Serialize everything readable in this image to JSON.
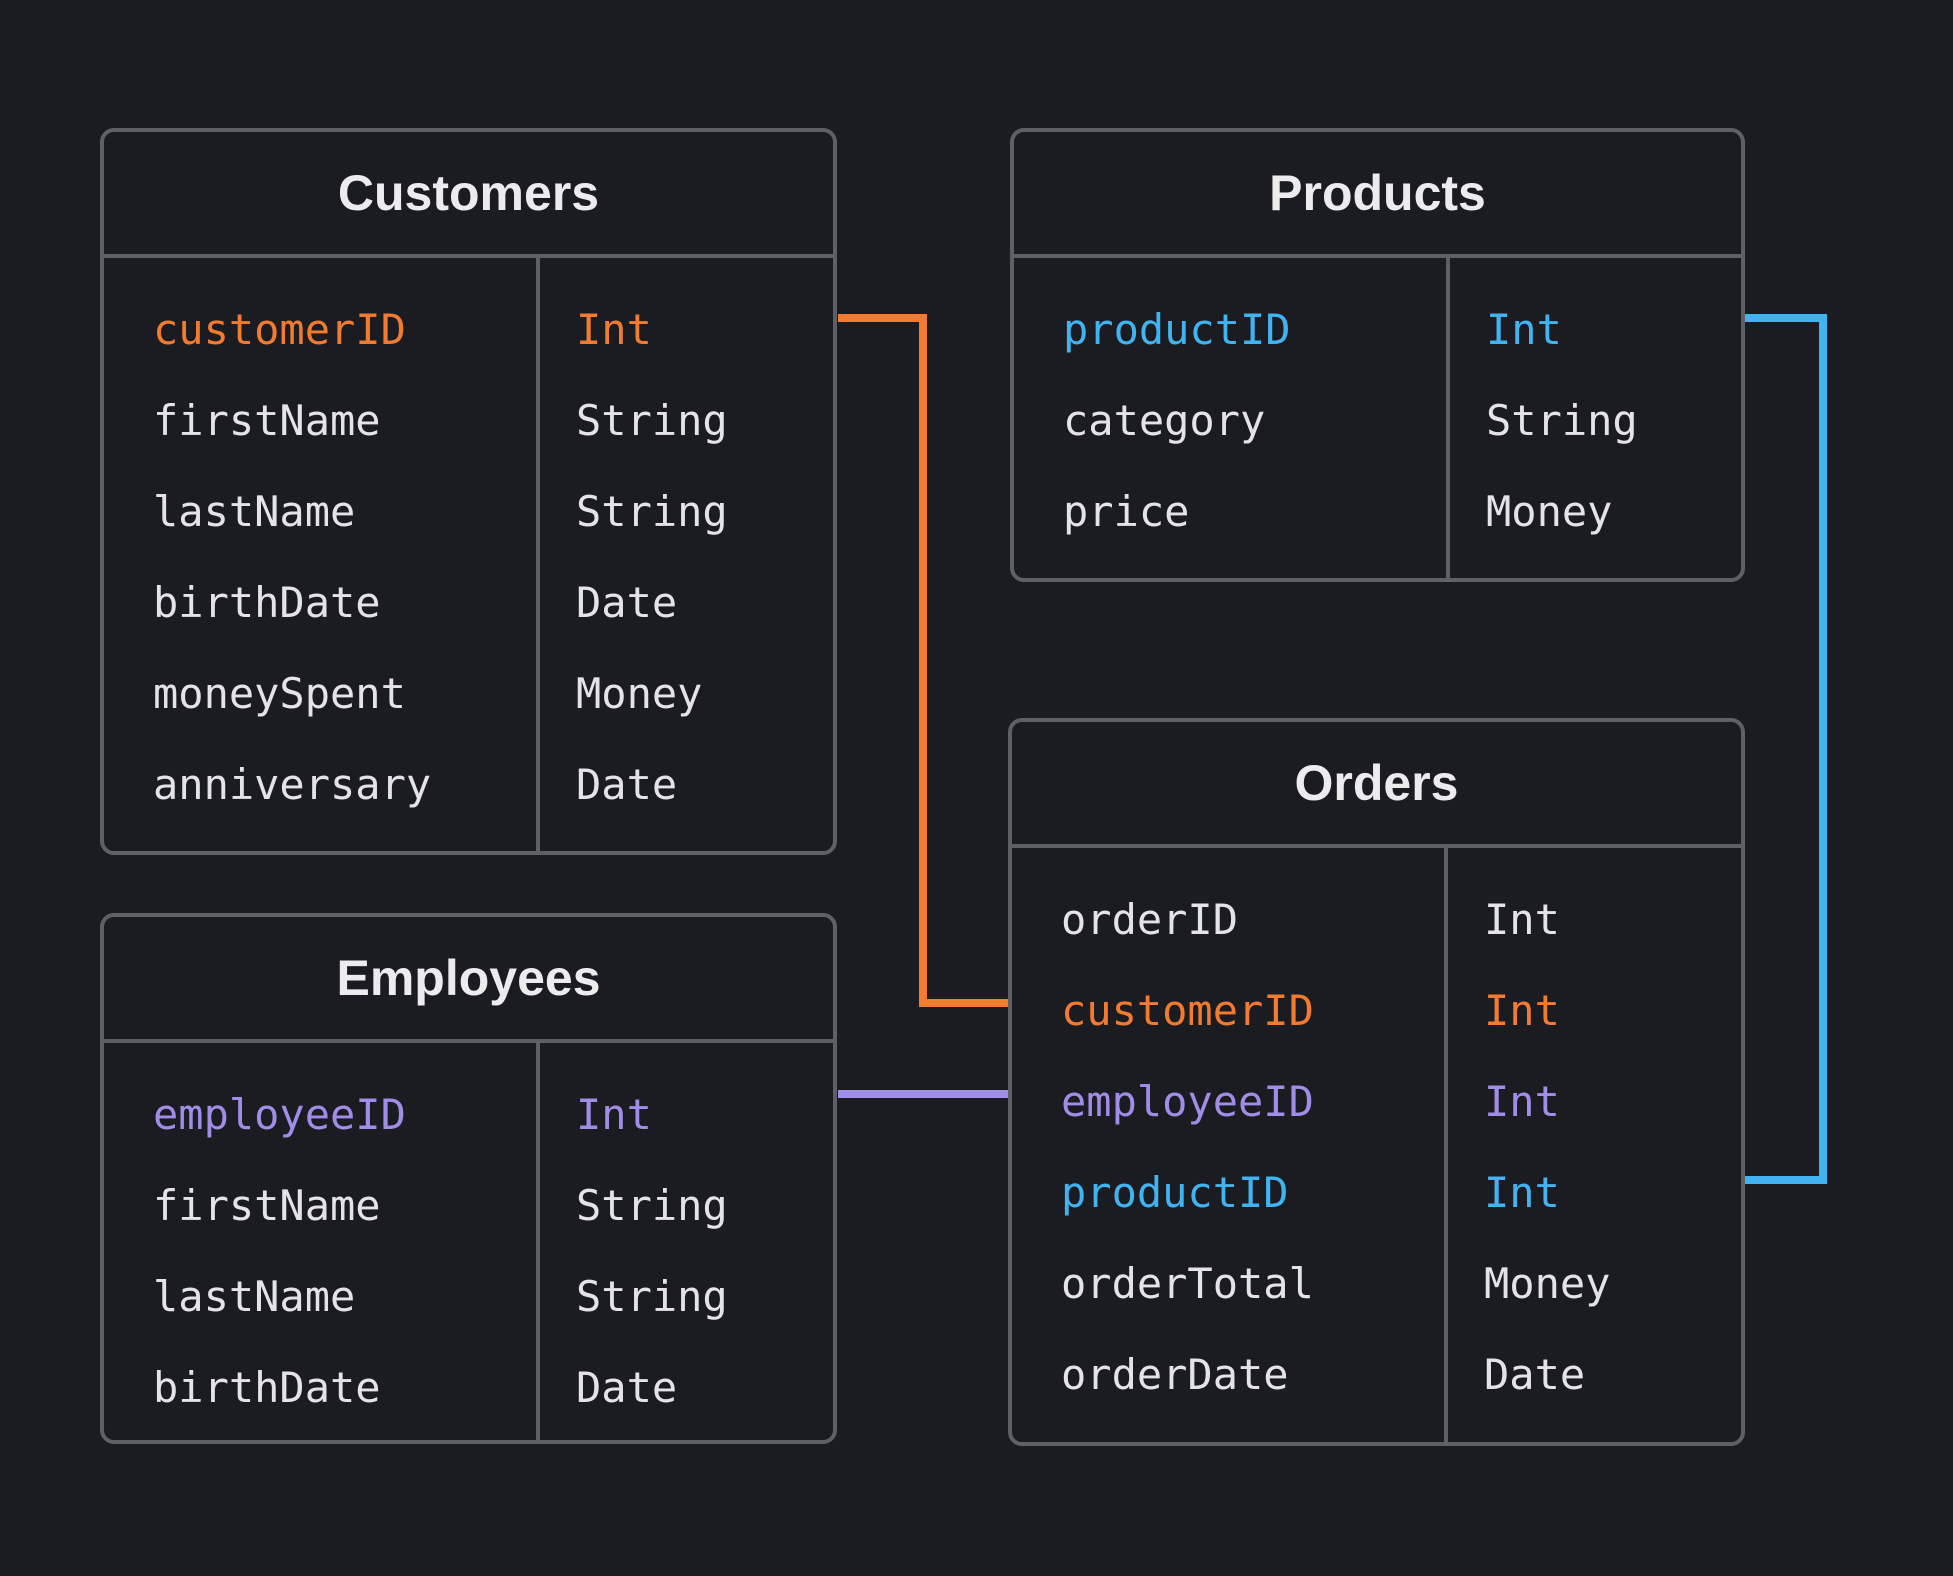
{
  "colors": {
    "background": "#1b1c21",
    "border": "#5d6067",
    "text": "#e4e4e8",
    "title": "#ececef",
    "orange": "#f27b2f",
    "purple": "#a18ce8",
    "blue": "#41b3f0"
  },
  "tables": {
    "customers": {
      "title": "Customers",
      "fields": [
        {
          "name": "customerID",
          "type": "Int",
          "highlight": "orange"
        },
        {
          "name": "firstName",
          "type": "String"
        },
        {
          "name": "lastName",
          "type": "String"
        },
        {
          "name": "birthDate",
          "type": "Date"
        },
        {
          "name": "moneySpent",
          "type": "Money"
        },
        {
          "name": "anniversary",
          "type": "Date"
        }
      ]
    },
    "products": {
      "title": "Products",
      "fields": [
        {
          "name": "productID",
          "type": "Int",
          "highlight": "blue"
        },
        {
          "name": "category",
          "type": "String"
        },
        {
          "name": "price",
          "type": "Money"
        }
      ]
    },
    "employees": {
      "title": "Employees",
      "fields": [
        {
          "name": "employeeID",
          "type": "Int",
          "highlight": "purple"
        },
        {
          "name": "firstName",
          "type": "String"
        },
        {
          "name": "lastName",
          "type": "String"
        },
        {
          "name": "birthDate",
          "type": "Date"
        }
      ]
    },
    "orders": {
      "title": "Orders",
      "fields": [
        {
          "name": "orderID",
          "type": "Int"
        },
        {
          "name": "customerID",
          "type": "Int",
          "highlight": "orange"
        },
        {
          "name": "employeeID",
          "type": "Int",
          "highlight": "purple"
        },
        {
          "name": "productID",
          "type": "Int",
          "highlight": "blue"
        },
        {
          "name": "orderTotal",
          "type": "Money"
        },
        {
          "name": "orderDate",
          "type": "Date"
        }
      ]
    }
  },
  "relationships": [
    {
      "from": "customers.customerID",
      "to": "orders.customerID",
      "color": "orange"
    },
    {
      "from": "employees.employeeID",
      "to": "orders.employeeID",
      "color": "purple"
    },
    {
      "from": "products.productID",
      "to": "orders.productID",
      "color": "blue"
    }
  ]
}
